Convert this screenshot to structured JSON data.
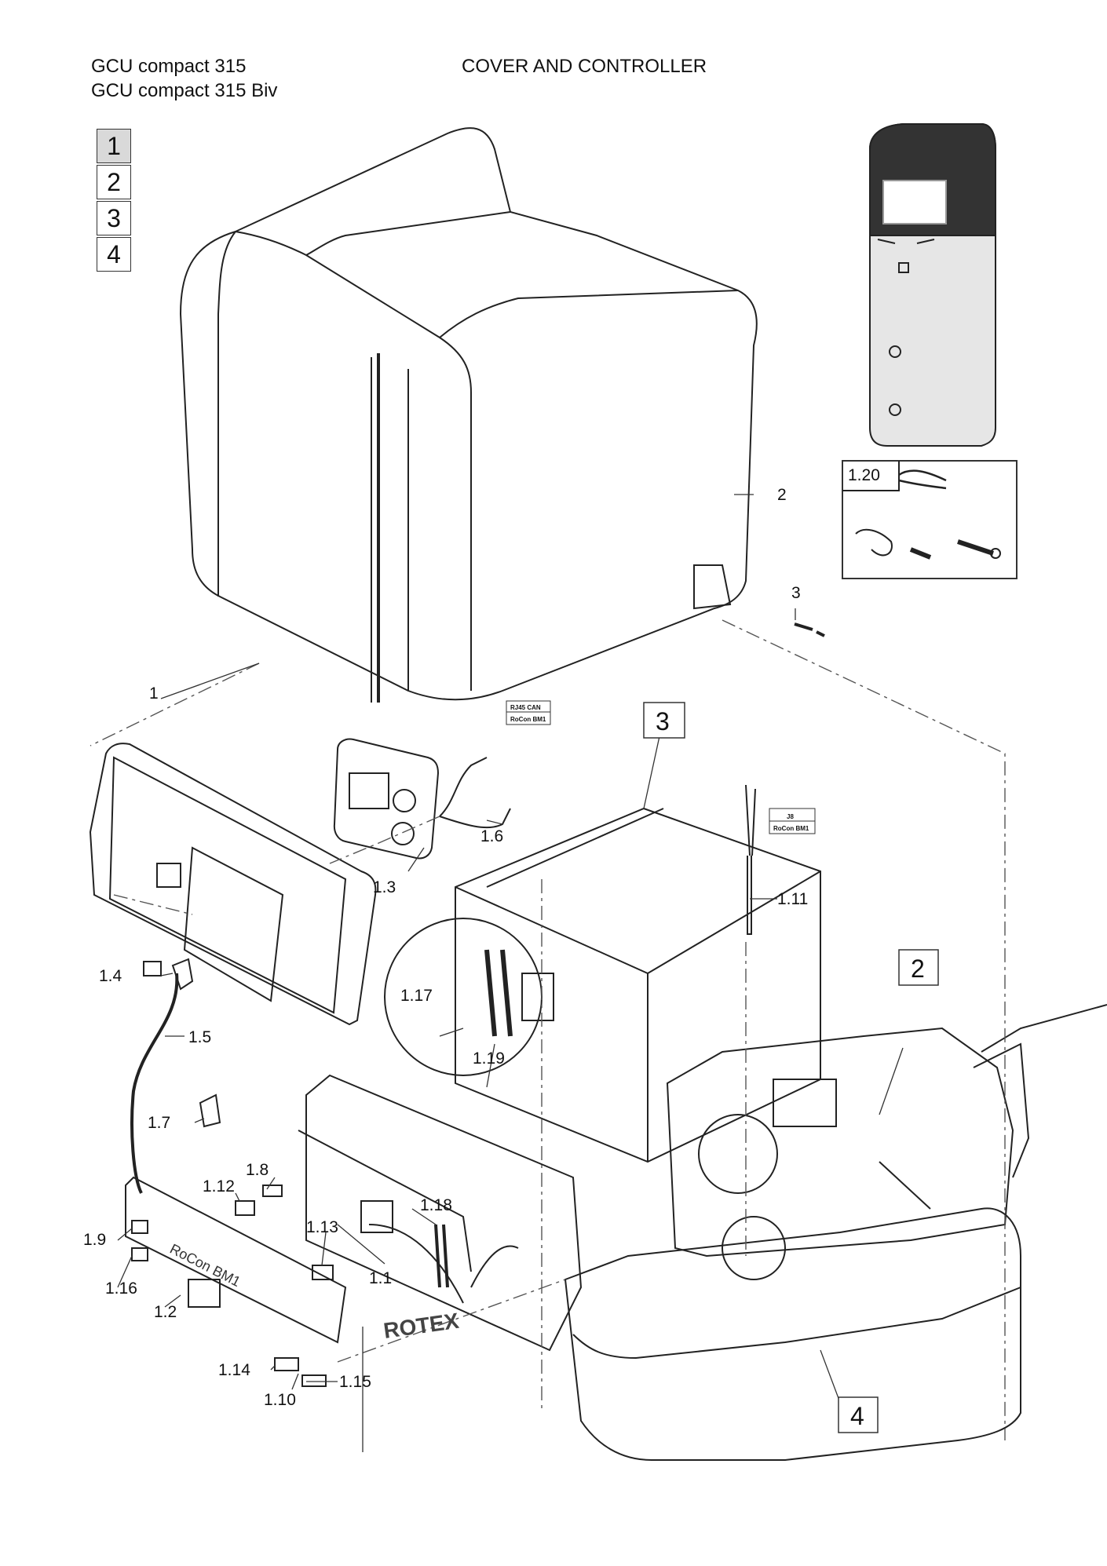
{
  "header": {
    "model_line_1": "GCU compact 315",
    "model_line_2": "GCU compact 315 Biv",
    "section_title": "COVER AND CONTROLLER"
  },
  "section_tabs": [
    {
      "label": "1",
      "active": true
    },
    {
      "label": "2",
      "active": false
    },
    {
      "label": "3",
      "active": false
    },
    {
      "label": "4",
      "active": false
    }
  ],
  "callouts": {
    "c1": "1",
    "c1_1": "1.1",
    "c1_2": "1.2",
    "c1_3": "1.3",
    "c1_4": "1.4",
    "c1_5": "1.5",
    "c1_6": "1.6",
    "c1_7": "1.7",
    "c1_8": "1.8",
    "c1_9": "1.9",
    "c1_10": "1.10",
    "c1_11": "1.11",
    "c1_12": "1.12",
    "c1_13": "1.13",
    "c1_14": "1.14",
    "c1_15": "1.15",
    "c1_16": "1.16",
    "c1_17": "1.17",
    "c1_18": "1.18",
    "c1_19": "1.19",
    "c1_20": "1.20",
    "c2": "2",
    "c3": "3"
  },
  "assembly_boxes": {
    "b2": "2",
    "b3": "3",
    "b4": "4"
  },
  "connector_labels": {
    "rj45_top": "RJ45 CAN",
    "rj45_bottom": "RoCon BM1",
    "j8_top": "J8",
    "j8_bottom": "RoCon BM1"
  },
  "board_text": {
    "roc": "RoCon BM1",
    "brand": "ROTEX"
  }
}
